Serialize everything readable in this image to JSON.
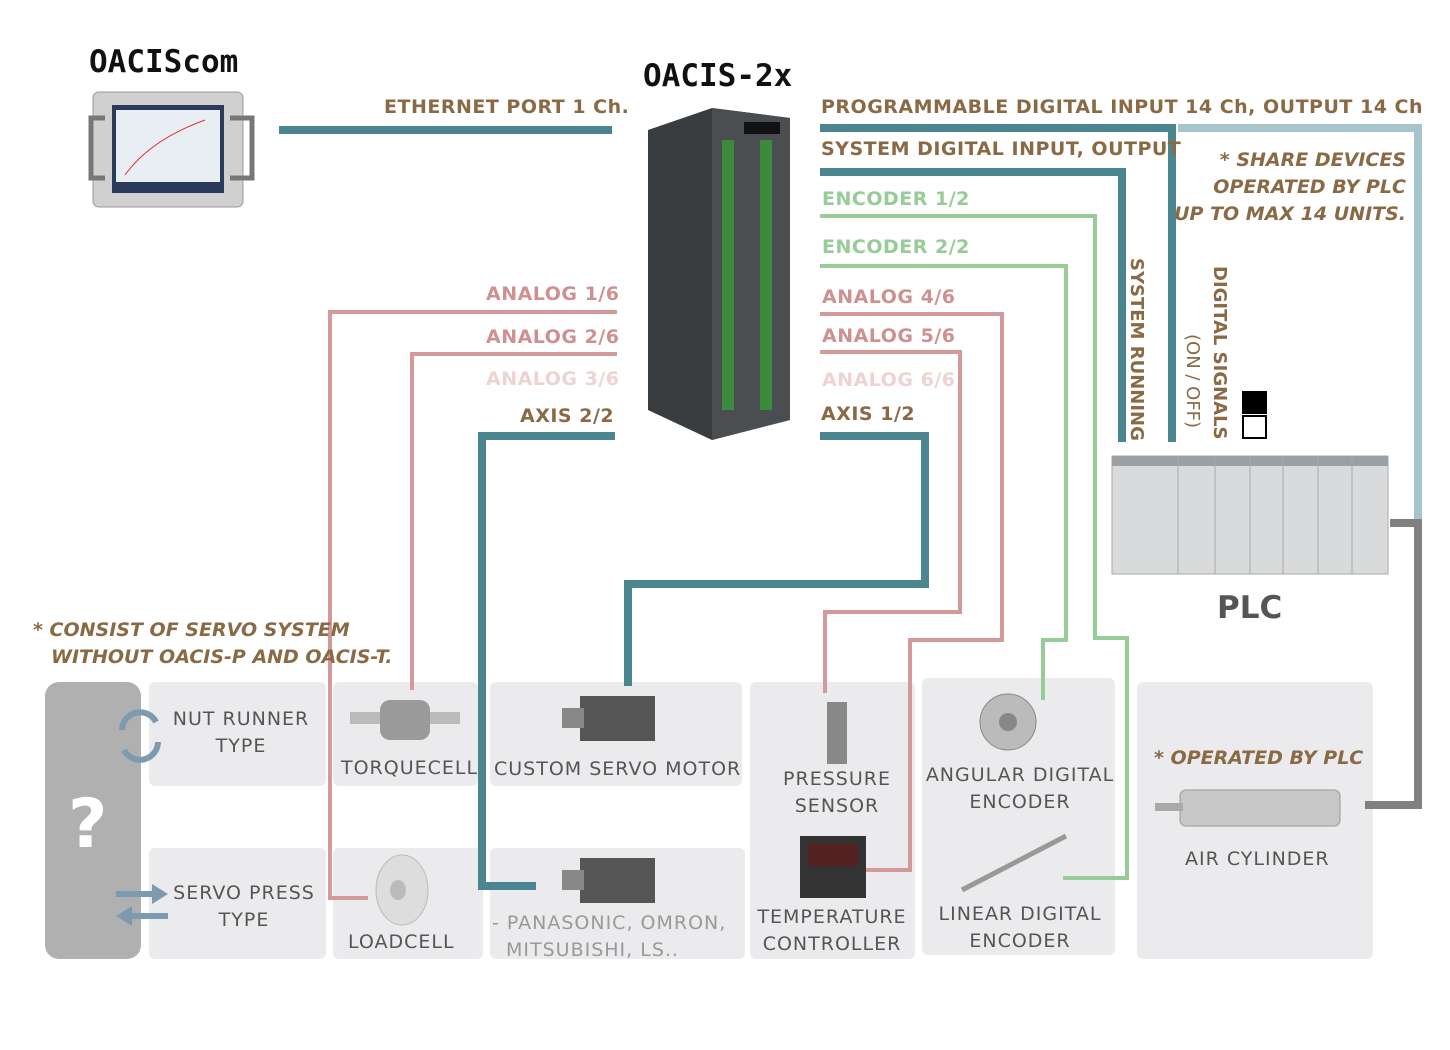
{
  "titles": {
    "hmi": "OACIScom",
    "controller": "OACIS-2x",
    "plc": "PLC"
  },
  "connections": {
    "ethernet": "ETHERNET PORT 1 Ch.",
    "programmable_io": "PROGRAMMABLE DIGITAL INPUT 14 Ch, OUTPUT 14 Ch",
    "system_io": "SYSTEM DIGITAL INPUT, OUTPUT",
    "encoder1": "ENCODER 1/2",
    "encoder2": "ENCODER 2/2",
    "analog1": "ANALOG 1/6",
    "analog2": "ANALOG 2/6",
    "analog3": "ANALOG 3/6",
    "analog4": "ANALOG 4/6",
    "analog5": "ANALOG 5/6",
    "analog6": "ANALOG 6/6",
    "axis1": "AXIS 1/2",
    "axis2": "AXIS 2/2",
    "system_running": "SYSTEM RUNNING",
    "digital_signals": "DIGITAL SIGNALS",
    "on_off": "(ON / OFF)"
  },
  "notes": {
    "share_devices": [
      "* SHARE DEVICES",
      "OPERATED BY PLC",
      "UP TO MAX 14 UNITS."
    ],
    "servo_system": [
      "* CONSIST OF SERVO SYSTEM",
      "WITHOUT OACIS-P AND OACIS-T."
    ],
    "operated_by_plc": "* OPERATED BY PLC"
  },
  "devices": {
    "question": "?",
    "nut_runner": [
      "NUT RUNNER",
      "TYPE"
    ],
    "servo_press": [
      "SERVO PRESS",
      "TYPE"
    ],
    "torquecell": "TORQUECELL",
    "loadcell": "LOADCELL",
    "custom_servo": "CUSTOM SERVO MOTOR",
    "brands": [
      "- PANASONIC, OMRON,",
      "MITSUBISHI, LS.."
    ],
    "pressure": [
      "PRESSURE",
      "SENSOR"
    ],
    "temperature": [
      "TEMPERATURE",
      "CONTROLLER"
    ],
    "angular": [
      "ANGULAR DIGITAL",
      "ENCODER"
    ],
    "linear": [
      "LINEAR DIGITAL",
      "ENCODER"
    ],
    "air_cylinder": "AIR CYLINDER"
  },
  "colors": {
    "teal": "#4a8590",
    "light_teal": "#a5c4cc",
    "pink": "#d49a9a",
    "green": "#96cc96",
    "gray": "#808080",
    "text": "#8a6a45"
  }
}
